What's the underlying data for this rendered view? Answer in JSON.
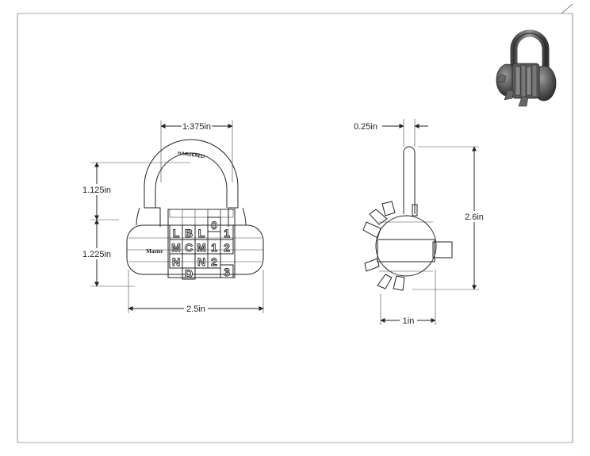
{
  "front_view": {
    "dimensions": {
      "shackle_width": "1.375in",
      "shackle_height": "1.125in",
      "body_height": "1.225in",
      "body_width": "2.5in"
    },
    "shackle_text": "HARDENED",
    "brand_text": "Master",
    "dials": [
      {
        "top": "",
        "row1": "L",
        "row2": "M",
        "row3": "N"
      },
      {
        "top": "",
        "row1": "B",
        "row2": "C",
        "row3": "D"
      },
      {
        "top": "",
        "row1": "L",
        "row2": "M",
        "row3": "N"
      },
      {
        "top": "",
        "row1": "0",
        "row2": "1",
        "row3": "2"
      },
      {
        "top": "",
        "row1": "1",
        "row2": "2",
        "row3": "3"
      }
    ]
  },
  "side_view": {
    "dimensions": {
      "shackle_thickness": "0.25in",
      "overall_height": "2.6in",
      "depth": "1in"
    }
  },
  "colors": {
    "line": "#222222",
    "iso_dark": "#3a3a3a",
    "iso_mid": "#7a7a7a",
    "iso_light": "#c8c8c8"
  }
}
